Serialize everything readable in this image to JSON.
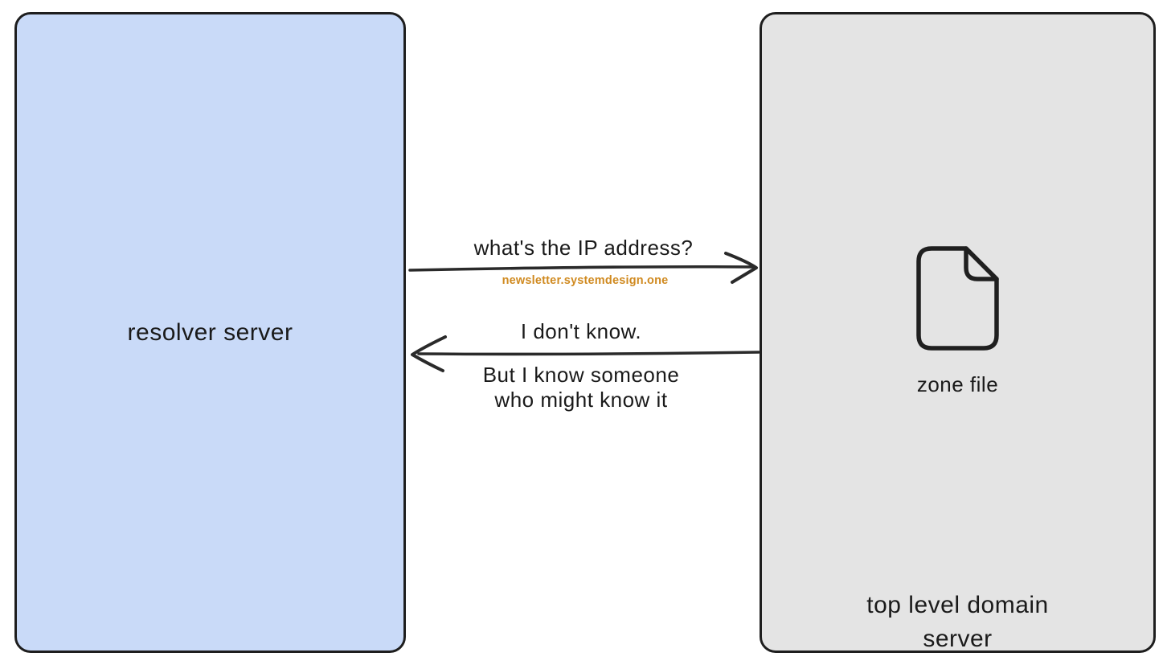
{
  "canvas": {
    "background": "#ffffff"
  },
  "resolver_box": {
    "label": "resolver server",
    "fill": "#c9daf8",
    "border": "#1e1e1e"
  },
  "tld_box": {
    "label": "top level domain\nserver",
    "fill": "#e4e4e4",
    "border": "#1e1e1e",
    "zone_file": {
      "label": "zone file",
      "icon": "document-folded-corner-icon"
    }
  },
  "request_arrow": {
    "direction": "left-to-right",
    "label": "what's the IP address?",
    "sublabel": "newsletter.systemdesign.one",
    "sublabel_color": "#d08a20"
  },
  "response_arrow": {
    "direction": "right-to-left",
    "label": "I don't know.",
    "sublabel": "But I know someone\nwho might know it"
  },
  "colors": {
    "stroke": "#2a2a2a",
    "text": "#1a1a1a"
  }
}
